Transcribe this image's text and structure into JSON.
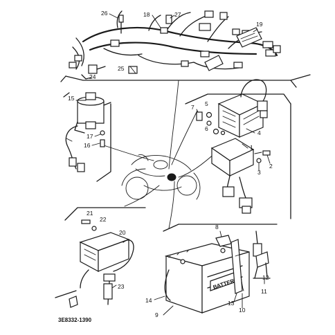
{
  "callouts": {
    "c1": "1",
    "c2": "2",
    "c3": "3",
    "c4": "4",
    "c5": "5",
    "c6": "6",
    "c7": "7",
    "c8": "8",
    "c9": "9",
    "c10": "10",
    "c11": "11",
    "c12": "12",
    "c13": "13",
    "c14": "14",
    "c15": "15",
    "c16": "16",
    "c17": "17",
    "c18": "18",
    "c19": "19",
    "c20": "20",
    "c21": "21",
    "c22": "22",
    "c23": "23",
    "c24": "24",
    "c25": "25",
    "c26": "26",
    "c27": "27"
  },
  "diagram_code": "3E8332-1390",
  "battery_text": "ВАТТЕRY",
  "colors": {
    "ink": "#1a1a1a",
    "background": "#ffffff"
  }
}
